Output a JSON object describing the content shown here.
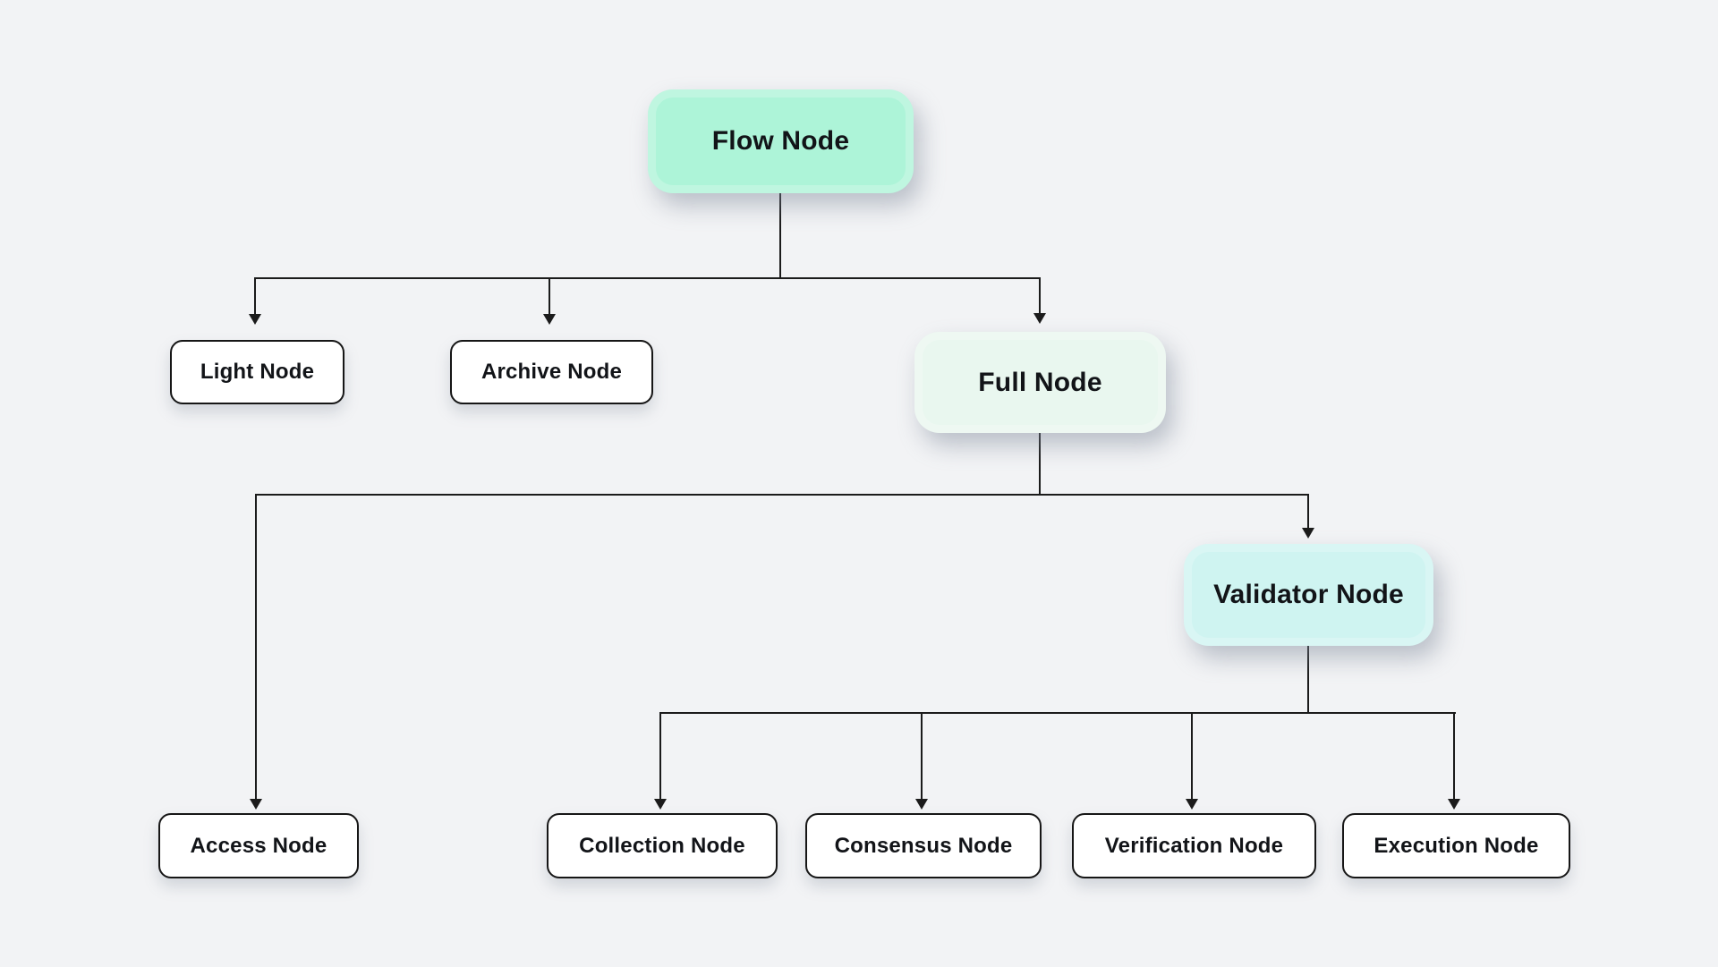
{
  "canvas": {
    "background_color": "#f2f3f5",
    "line_color": "#1b1b1b",
    "text_color": "#121418",
    "border_color": "#161616"
  },
  "nodes": [
    {
      "id": "flow",
      "label": "Flow Node",
      "fill": "#adf4d8",
      "kind": "primary"
    },
    {
      "id": "light",
      "label": "Light Node",
      "fill": "#ffffff",
      "kind": "small"
    },
    {
      "id": "archive",
      "label": "Archive Node",
      "fill": "#ffffff",
      "kind": "small"
    },
    {
      "id": "full",
      "label": "Full Node",
      "fill": "#e9f7ef",
      "kind": "primary"
    },
    {
      "id": "validator",
      "label": "Validator Node",
      "fill": "#cff4f1",
      "kind": "primary"
    },
    {
      "id": "access",
      "label": "Access Node",
      "fill": "#ffffff",
      "kind": "small"
    },
    {
      "id": "collection",
      "label": "Collection Node",
      "fill": "#ffffff",
      "kind": "small"
    },
    {
      "id": "consensus",
      "label": "Consensus Node",
      "fill": "#ffffff",
      "kind": "small"
    },
    {
      "id": "verification",
      "label": "Verification Node",
      "fill": "#ffffff",
      "kind": "small"
    },
    {
      "id": "execution",
      "label": "Execution Node",
      "fill": "#ffffff",
      "kind": "small"
    }
  ],
  "edges": [
    {
      "from": "flow",
      "to": "light"
    },
    {
      "from": "flow",
      "to": "archive"
    },
    {
      "from": "flow",
      "to": "full"
    },
    {
      "from": "full",
      "to": "access"
    },
    {
      "from": "full",
      "to": "validator"
    },
    {
      "from": "validator",
      "to": "collection"
    },
    {
      "from": "validator",
      "to": "consensus"
    },
    {
      "from": "validator",
      "to": "verification"
    },
    {
      "from": "validator",
      "to": "execution"
    }
  ]
}
